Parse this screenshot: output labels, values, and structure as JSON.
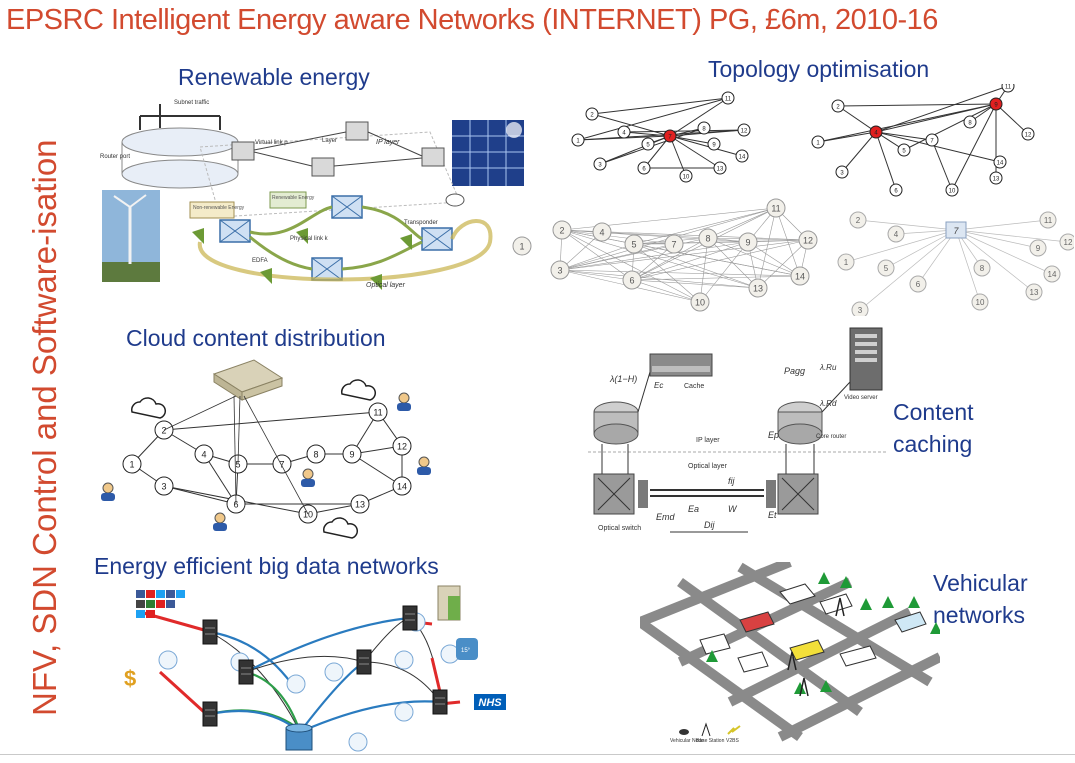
{
  "slide": {
    "title": "EPSRC Intelligent Energy aware Networks (INTERNET) PG, £6m, 2010-16",
    "side_label": "NFV, SDN Control and Software-isation"
  },
  "panels": {
    "renewable": {
      "caption": "Renewable energy",
      "labels": [
        "Subnet traffic",
        "Router port",
        "Virtual link p",
        "Layer",
        "IP layer",
        "Optical layer",
        "Physical link k",
        "Transponder",
        "EDFA",
        "Renewable Energy",
        "Non-renewable Energy"
      ]
    },
    "topology": {
      "caption": "Topology optimisation",
      "nodes": [
        "1",
        "2",
        "3",
        "4",
        "5",
        "6",
        "7",
        "8",
        "9",
        "10",
        "11",
        "12",
        "13",
        "14"
      ]
    },
    "cloud": {
      "caption": "Cloud content distribution",
      "nodes": [
        "1",
        "2",
        "3",
        "4",
        "5",
        "6",
        "7",
        "8",
        "9",
        "10",
        "11",
        "12",
        "13",
        "14"
      ]
    },
    "caching": {
      "caption_line1": "Content",
      "caption_line2": "caching",
      "labels": {
        "lambda_h": "λ(1−H)",
        "ec": "Ec",
        "cache": "Cache",
        "pagg": "Pagg",
        "lambda_ru": "λ.Ru",
        "lambda_rd": "λ.Rd",
        "video_server": "Video server",
        "ep": "Ep",
        "core_router": "Core router",
        "ip_layer": "IP layer",
        "optical_layer": "Optical layer",
        "fij": "fij",
        "ea": "Ea",
        "w": "W",
        "emd": "Emd",
        "dij": "Dij",
        "et": "Et",
        "optical_switch": "Optical switch"
      }
    },
    "bigdata": {
      "caption": "Energy efficient big data networks",
      "nhs": "NHS",
      "temp": "15°"
    },
    "vehicular": {
      "caption_line1": "Vehicular",
      "caption_line2": "networks",
      "legend": [
        "Vehicular Node",
        "Base Station",
        "V2BS"
      ]
    }
  },
  "colors": {
    "title": "#d24a2f",
    "caption": "#1f3b8c",
    "red_node": "#e02020",
    "blue_link": "#2a7bbf",
    "green_link": "#2e9e4a",
    "red_link": "#e02a2a"
  }
}
